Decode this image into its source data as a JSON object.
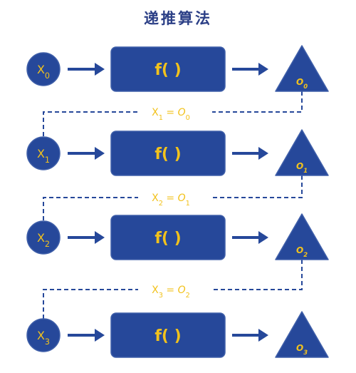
{
  "title": "递推算法",
  "colors": {
    "node": "#26489a",
    "label": "#f2c21c",
    "title": "#2b3f86",
    "background": "#ffffff"
  },
  "stages": [
    {
      "input": {
        "base": "X",
        "sub": "0"
      },
      "function": "f( )",
      "output": {
        "base": "O",
        "sub": "0"
      }
    },
    {
      "input": {
        "base": "X",
        "sub": "1"
      },
      "function": "f( )",
      "output": {
        "base": "O",
        "sub": "1"
      }
    },
    {
      "input": {
        "base": "X",
        "sub": "2"
      },
      "function": "f( )",
      "output": {
        "base": "O",
        "sub": "2"
      }
    },
    {
      "input": {
        "base": "X",
        "sub": "3"
      },
      "function": "f( )",
      "output": {
        "base": "O",
        "sub": "3"
      }
    }
  ],
  "links": [
    {
      "lhs": {
        "base": "X",
        "sub": "1"
      },
      "eq": " = ",
      "rhs": {
        "base": "O",
        "sub": "0"
      }
    },
    {
      "lhs": {
        "base": "X",
        "sub": "2"
      },
      "eq": " = ",
      "rhs": {
        "base": "O",
        "sub": "1"
      }
    },
    {
      "lhs": {
        "base": "X",
        "sub": "3"
      },
      "eq": " = ",
      "rhs": {
        "base": "O",
        "sub": "2"
      }
    }
  ]
}
